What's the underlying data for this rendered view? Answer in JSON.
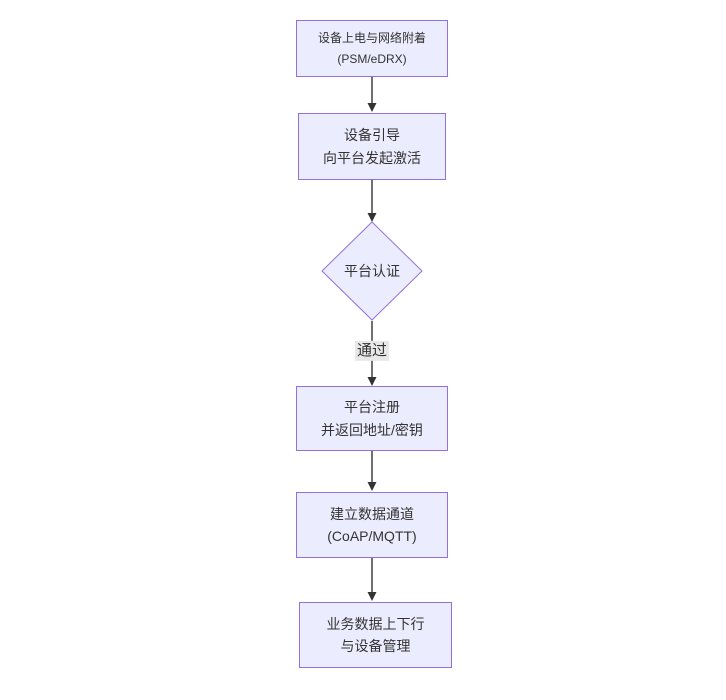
{
  "diagram": {
    "type": "flowchart",
    "direction": "top-down",
    "nodes": [
      {
        "id": "n1",
        "shape": "rect",
        "lines": [
          "设备上电与网络附着",
          "(PSM/eDRX)"
        ]
      },
      {
        "id": "n2",
        "shape": "rect",
        "lines": [
          "设备引导",
          "向平台发起激活"
        ]
      },
      {
        "id": "n3",
        "shape": "diamond",
        "lines": [
          "平台认证"
        ]
      },
      {
        "id": "n4",
        "shape": "rect",
        "lines": [
          "平台注册",
          "并返回地址/密钥"
        ]
      },
      {
        "id": "n5",
        "shape": "rect",
        "lines": [
          "建立数据通道",
          "(CoAP/MQTT)"
        ]
      },
      {
        "id": "n6",
        "shape": "rect",
        "lines": [
          "业务数据上下行",
          "与设备管理"
        ]
      }
    ],
    "edges": [
      {
        "from": "n1",
        "to": "n2",
        "label": ""
      },
      {
        "from": "n2",
        "to": "n3",
        "label": ""
      },
      {
        "from": "n3",
        "to": "n4",
        "label": "通过"
      },
      {
        "from": "n4",
        "to": "n5",
        "label": ""
      },
      {
        "from": "n5",
        "to": "n6",
        "label": ""
      }
    ],
    "colors": {
      "node_fill": "#ECECFF",
      "node_border": "#9370DB",
      "arrow": "#333333",
      "edge_label_bg": "#e8e8e8",
      "text": "#333333",
      "background": "#ffffff"
    }
  }
}
